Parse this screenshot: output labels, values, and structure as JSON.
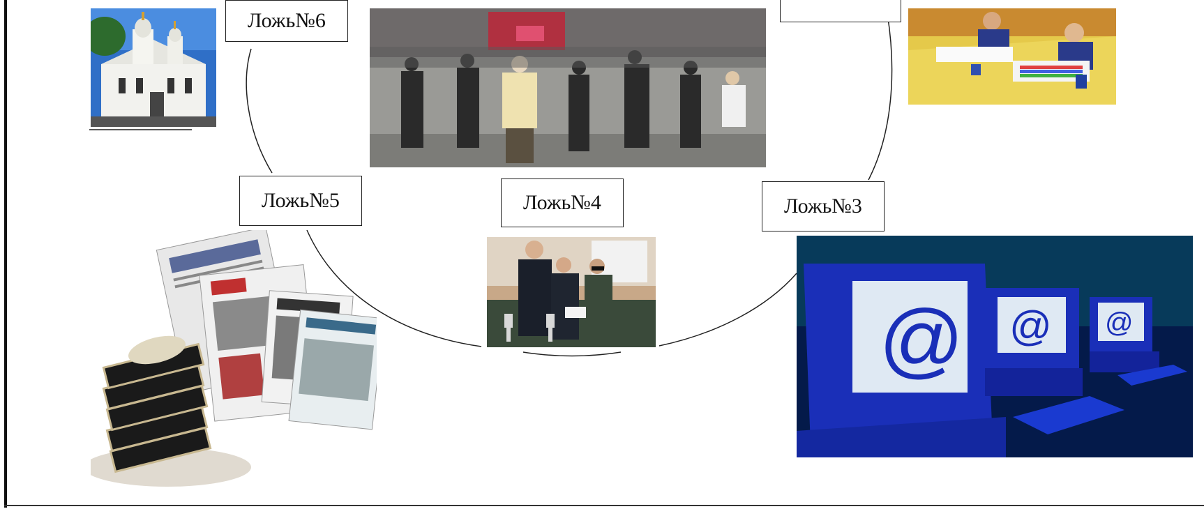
{
  "labels": {
    "lie6": "Ложь№6",
    "lie5": "Ложь№5",
    "lie4": "Ложь№4",
    "lie3": "Ложь№3",
    "lie_top_right": ""
  },
  "images": {
    "church": "church-icon",
    "crowd": "crowd-icon",
    "classroom": "classroom-icon",
    "newspapers_books": "newspapers-books-icon",
    "speakers": "speakers-icon",
    "computers": "computers-at-icon"
  },
  "colors": {
    "screen_blue": "#1a2fb8",
    "screen_face": "#dfe9f3",
    "bg_dark_blue": "#041a4a"
  },
  "computer_symbols": [
    "@",
    "@",
    "@"
  ]
}
